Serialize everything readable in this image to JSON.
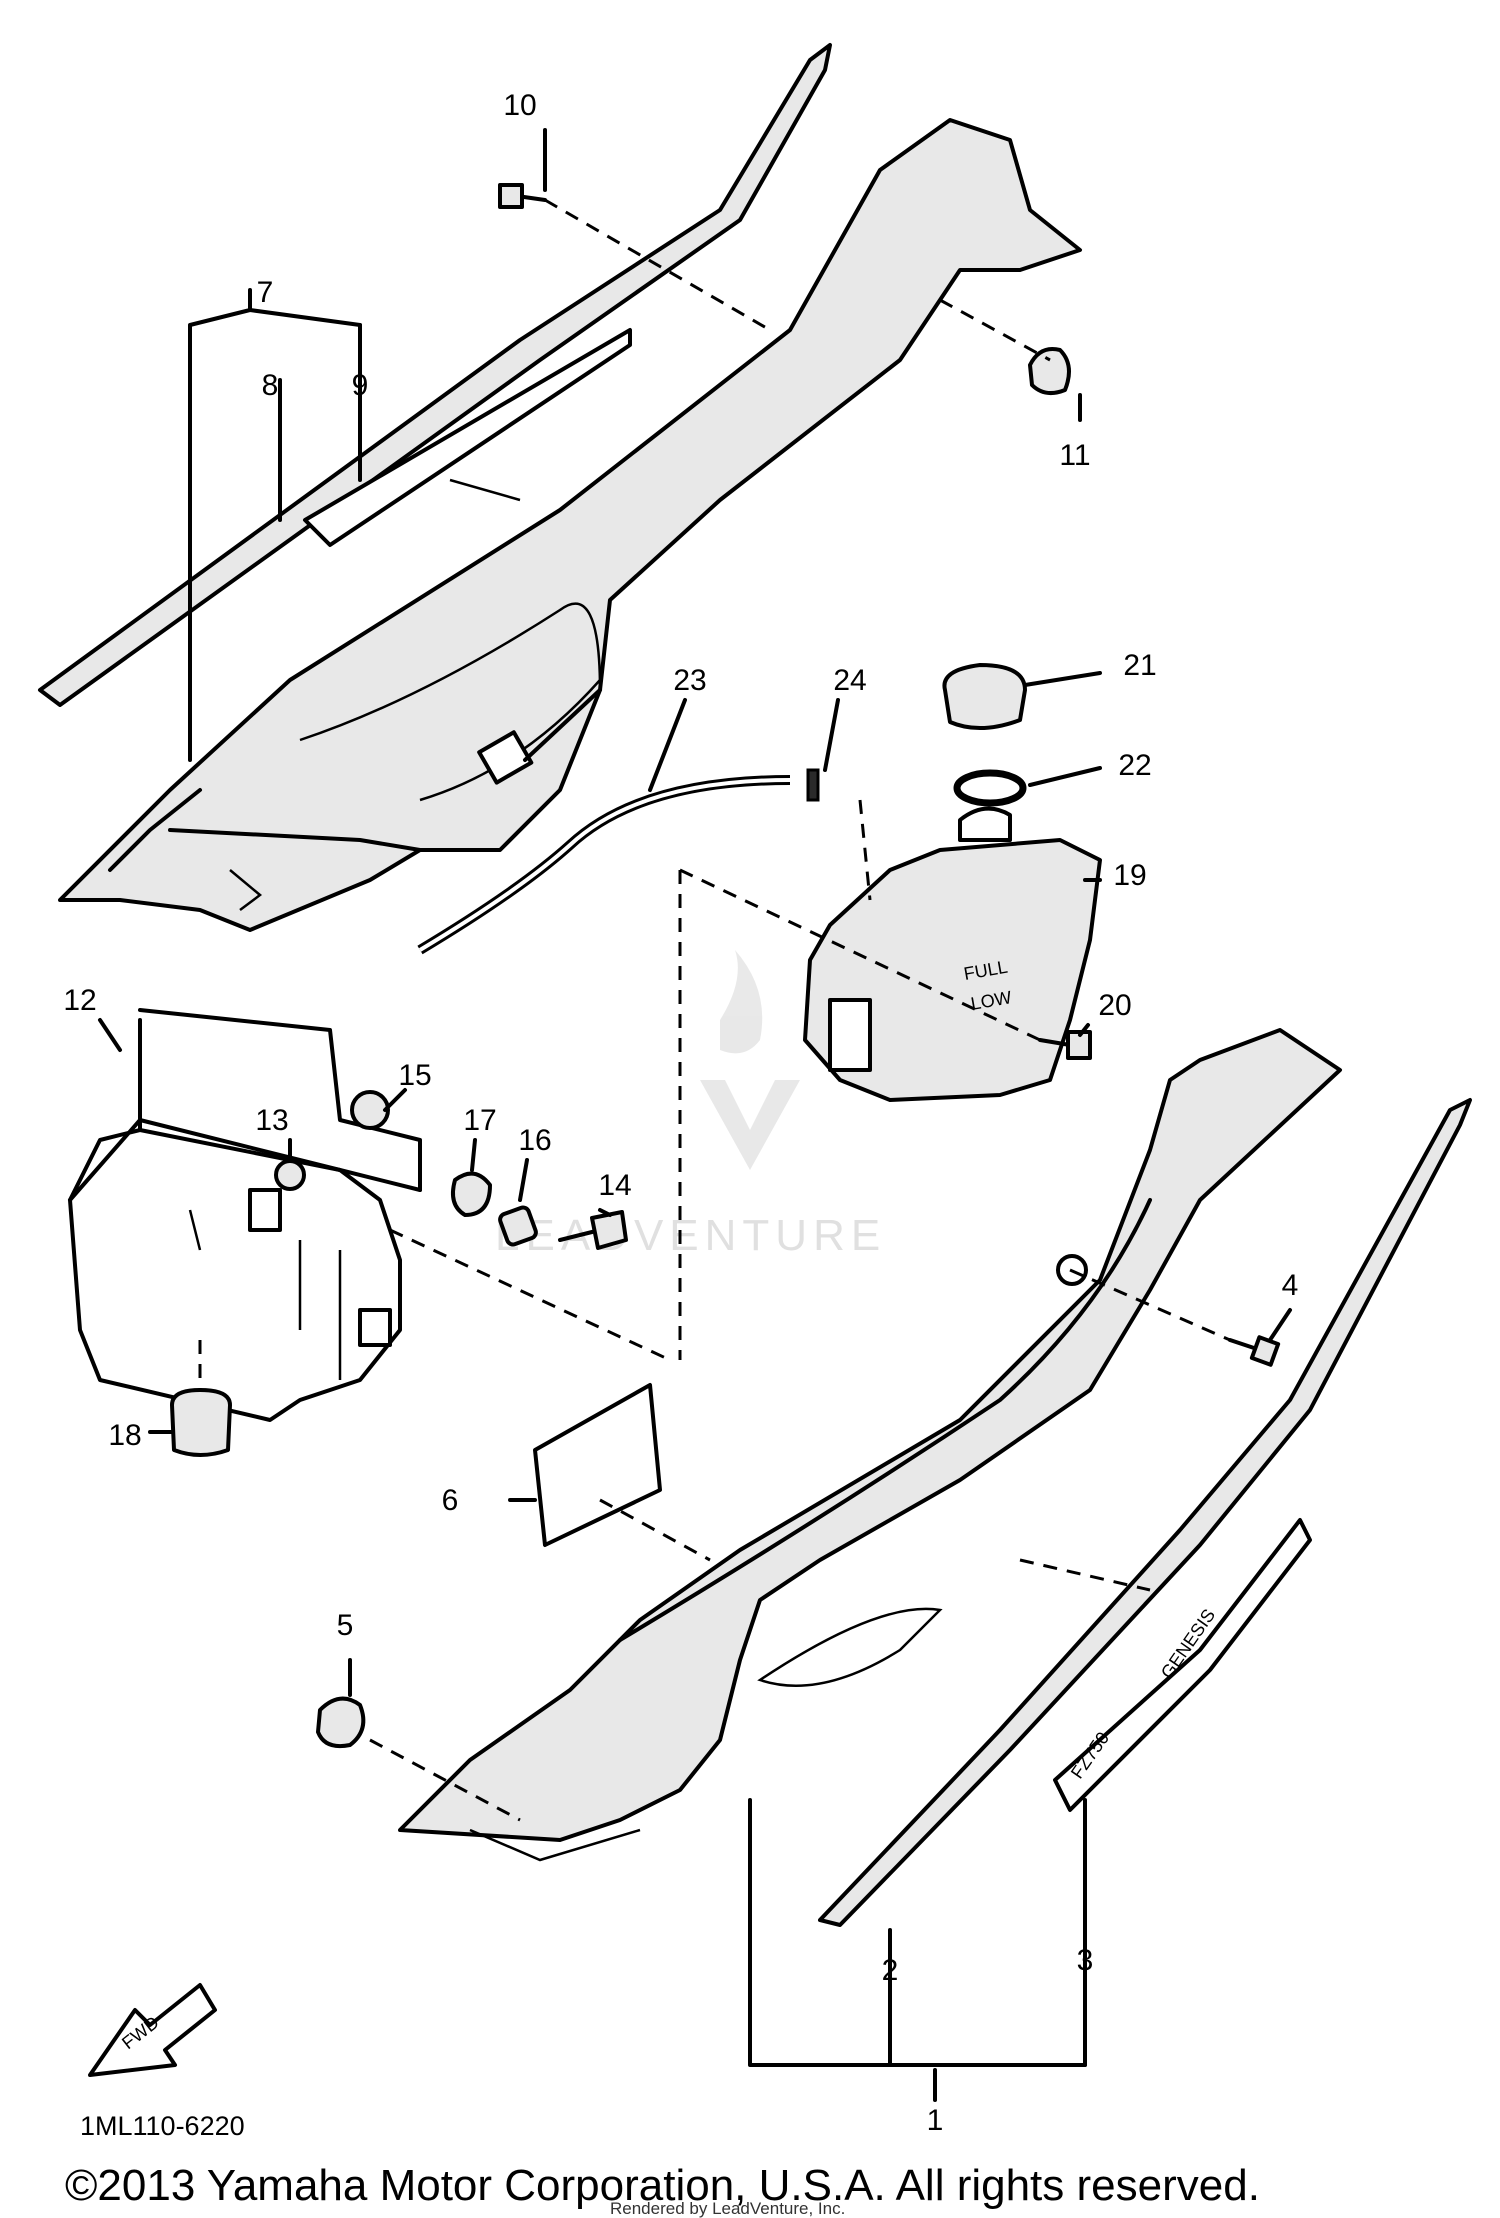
{
  "callouts": {
    "c1": "1",
    "c2": "2",
    "c3": "3",
    "c4": "4",
    "c5": "5",
    "c6": "6",
    "c7": "7",
    "c8": "8",
    "c9": "9",
    "c10": "10",
    "c11": "11",
    "c12": "12",
    "c13": "13",
    "c14": "14",
    "c15": "15",
    "c16": "16",
    "c17": "17",
    "c18": "18",
    "c19": "19",
    "c20": "20",
    "c21": "21",
    "c22": "22",
    "c23": "23",
    "c24": "24"
  },
  "labels": {
    "fwd": "FWD",
    "full": "FULL",
    "low": "LOW",
    "emblem": "FZ750",
    "emblem_sub": "GENESIS"
  },
  "footer": {
    "diagram_code": "1ML110-6220",
    "copyright": "©2013 Yamaha Motor Corporation, U.S.A. All rights reserved.",
    "rendered_by": "Rendered by LeadVenture, Inc."
  },
  "watermark": {
    "text": "LEADVENTURE"
  }
}
